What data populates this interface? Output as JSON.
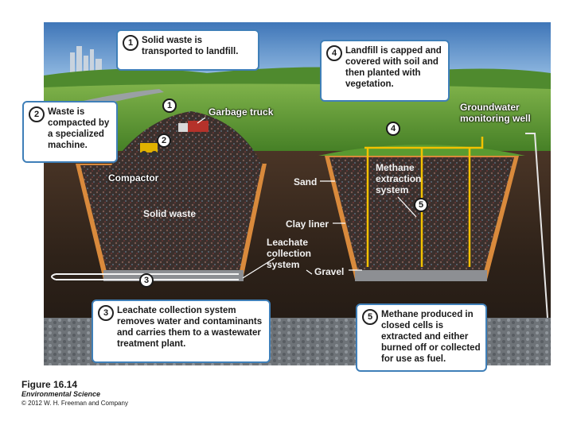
{
  "callouts": [
    {
      "num": "1",
      "text": "Solid waste is transported to landfill."
    },
    {
      "num": "2",
      "text": "Waste is compacted by a specialized machine."
    },
    {
      "num": "3",
      "text": "Leachate collection system removes water and contaminants and carries them to a wastewater treatment plant."
    },
    {
      "num": "4",
      "text": "Landfill is capped and covered with soil and then planted with vegetation."
    },
    {
      "num": "5",
      "text": "Methane produced in closed cells is extracted and either burned off or collected for use as fuel."
    }
  ],
  "labels": {
    "garbage_truck": "Garbage truck",
    "groundwater_well": "Groundwater monitoring well",
    "compactor": "Compactor",
    "solid_waste": "Solid waste",
    "sand": "Sand",
    "methane_system": "Methane extraction system",
    "clay_liner": "Clay liner",
    "leachate_system": "Leachate collection system",
    "gravel": "Gravel"
  },
  "markers": [
    "1",
    "2",
    "3",
    "4",
    "5"
  ],
  "caption": {
    "figure": "Figure 16.14",
    "book": "Environmental Science",
    "copyright": "© 2012 W. H. Freeman and Company"
  },
  "colors": {
    "callout_border": "#3f7fb8",
    "methane_pipe": "#f2c200",
    "liner": "#d98a3c",
    "soil": "#3b2b1f",
    "sky": "#5b8fc9",
    "grass": "#5d9c32"
  }
}
